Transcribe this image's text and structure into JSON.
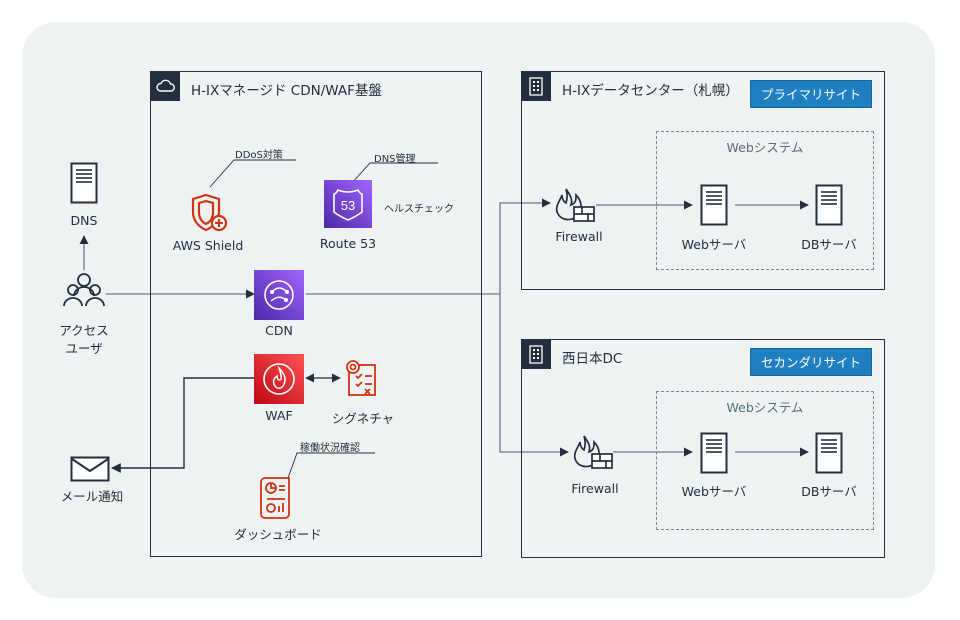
{
  "cdn_group": {
    "title": "H-IXマネージド CDN/WAF基盤"
  },
  "dc_primary": {
    "title": "H-IXデータセンター（札幌）",
    "tag": "プライマリサイト",
    "web_system": "Webシステム",
    "firewall": "Firewall",
    "web_server": "Webサーバ",
    "db_server": "DBサーバ"
  },
  "dc_secondary": {
    "title": "西日本DC",
    "tag": "セカンダリサイト",
    "web_system": "Webシステム",
    "firewall": "Firewall",
    "web_server": "Webサーバ",
    "db_server": "DBサーバ"
  },
  "services": {
    "shield": {
      "label": "AWS Shield",
      "callout": "DDoS対策"
    },
    "route53": {
      "label": "Route 53",
      "callout": "DNS管理",
      "side_note": "ヘルスチェック"
    },
    "cdn": {
      "label": "CDN"
    },
    "waf": {
      "label": "WAF"
    },
    "signature": {
      "label": "シグネチャ"
    },
    "dashboard": {
      "label": "ダッシュボード",
      "callout": "稼働状況確認"
    }
  },
  "external": {
    "dns": {
      "label": "DNS"
    },
    "users": {
      "label_line1": "アクセス",
      "label_line2": "ユーザ"
    },
    "mail": {
      "label": "メール通知"
    }
  },
  "colors": {
    "canvas": "#eef2f2",
    "ink": "#232f3e",
    "aws_purple": "#5a30b5",
    "aws_red": "#d13212",
    "tag_blue": "#1f7fc0"
  }
}
